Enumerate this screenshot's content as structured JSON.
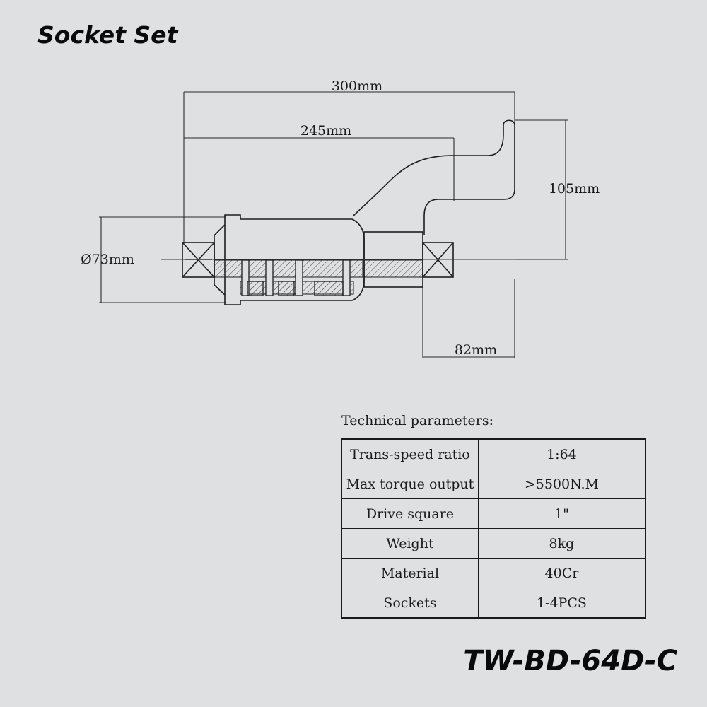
{
  "title": "Socket Set",
  "model": "TW-BD-64D-C",
  "dimensions": {
    "overall_length": "300mm",
    "body_length": "245mm",
    "height": "105mm",
    "diameter": "Ø73mm",
    "offset": "82mm"
  },
  "technical_parameters": {
    "heading": "Technical parameters:",
    "rows": [
      {
        "name": "Trans-speed ratio",
        "value": "1:64"
      },
      {
        "name": "Max torque output",
        "value": ">5500N.M"
      },
      {
        "name": "Drive square",
        "value": "1\""
      },
      {
        "name": "Weight",
        "value": "8kg"
      },
      {
        "name": "Material",
        "value": "40Cr"
      },
      {
        "name": "Sockets",
        "value": "1-4PCS"
      }
    ]
  }
}
